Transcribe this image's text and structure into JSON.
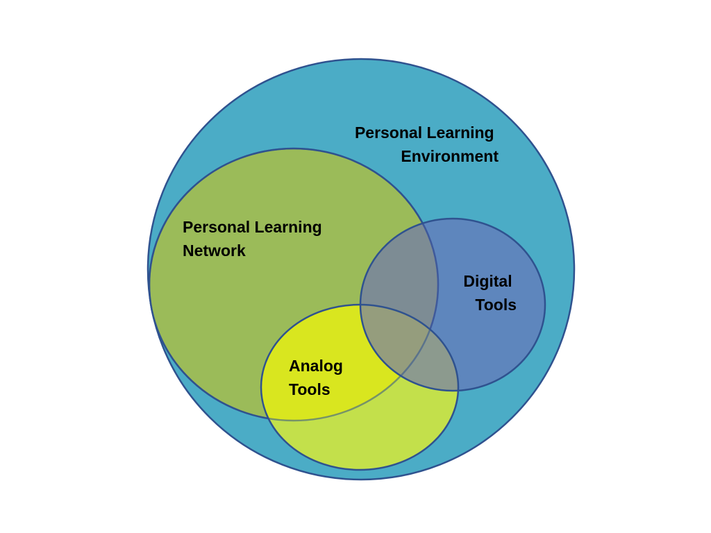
{
  "diagram": {
    "sets": [
      {
        "id": "ple",
        "lines": [
          "Personal Learning",
          "Environment"
        ],
        "color": "#4BACC6"
      },
      {
        "id": "pln",
        "lines": [
          "Personal Learning",
          "Network"
        ],
        "color": "#9BBB59"
      },
      {
        "id": "digital",
        "lines": [
          "Digital",
          "Tools"
        ],
        "color": "#6A7BB0"
      },
      {
        "id": "analog",
        "lines": [
          "Analog",
          "Tools"
        ],
        "color": "#D9E61F"
      }
    ],
    "outline_color": "#2F528F"
  }
}
